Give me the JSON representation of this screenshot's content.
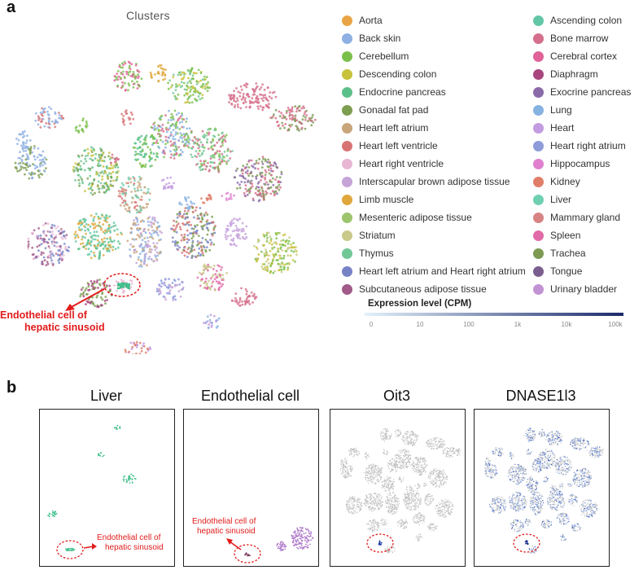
{
  "panel_a": {
    "letter": "a",
    "umap_title": "Clusters",
    "legend_left": [
      {
        "label": "Aorta",
        "color": "#e9a545"
      },
      {
        "label": "Back skin",
        "color": "#8fb0e3"
      },
      {
        "label": "Cerebellum",
        "color": "#7bbf4b"
      },
      {
        "label": "Descending colon",
        "color": "#c8c23c"
      },
      {
        "label": "Endocrine pancreas",
        "color": "#5cc08a"
      },
      {
        "label": "Gonadal fat pad",
        "color": "#7d9d4f"
      },
      {
        "label": "Heart left atrium",
        "color": "#c8a57b"
      },
      {
        "label": "Heart left ventricle",
        "color": "#d77374"
      },
      {
        "label": "Heart right ventricle",
        "color": "#e8b7d3"
      },
      {
        "label": "Interscapular brown adipose tissue",
        "color": "#c5a4d8"
      },
      {
        "label": "Limb muscle",
        "color": "#e0a73c"
      },
      {
        "label": "Mesenteric adipose tissue",
        "color": "#9cc56d"
      },
      {
        "label": "Striatum",
        "color": "#c9c98a"
      },
      {
        "label": "Thymus",
        "color": "#72c796"
      },
      {
        "label": "Heart left atrium and Heart right atrium",
        "color": "#7883c6"
      },
      {
        "label": "Subcutaneous adipose tissue",
        "color": "#a25a8a"
      }
    ],
    "legend_right": [
      {
        "label": "Ascending colon",
        "color": "#63c7a7"
      },
      {
        "label": "Bone marrow",
        "color": "#d56f8b"
      },
      {
        "label": "Cerebral cortex",
        "color": "#e06299"
      },
      {
        "label": "Diaphragm",
        "color": "#a8447e"
      },
      {
        "label": "Exocrine pancreas",
        "color": "#8a6aa8"
      },
      {
        "label": "Lung",
        "color": "#86b2e2"
      },
      {
        "label": "Heart",
        "color": "#c39be0"
      },
      {
        "label": "Heart right atrium",
        "color": "#8d9bd9"
      },
      {
        "label": "Hippocampus",
        "color": "#e07fce"
      },
      {
        "label": "Kidney",
        "color": "#e07d68"
      },
      {
        "label": "Liver",
        "color": "#6fcfb0"
      },
      {
        "label": "Mammary gland",
        "color": "#d88383"
      },
      {
        "label": "Spleen",
        "color": "#e06aa7"
      },
      {
        "label": "Trachea",
        "color": "#7c9a52"
      },
      {
        "label": "Tongue",
        "color": "#7a5f8e"
      },
      {
        "label": "Urinary bladder",
        "color": "#c293d4"
      }
    ],
    "annotation": {
      "line1": "Endothelial cell of",
      "line2": "hepatic sinusoid",
      "color": "#e21b1b"
    },
    "expression": {
      "title": "Expression level (CPM)",
      "ticks": [
        "0",
        "10",
        "100",
        "1k",
        "10k",
        "100k"
      ],
      "color_low": "#e3f1fb",
      "color_high": "#1c2a6b"
    }
  },
  "panel_b": {
    "letter": "b",
    "panels": [
      {
        "title": "Liver"
      },
      {
        "title": "Endothelial cell"
      },
      {
        "title": "Oit3"
      },
      {
        "title": "DNASE1l3"
      }
    ],
    "annotation1": {
      "line1": "Endothelial cell of",
      "line2": "hepatic sinusoid"
    },
    "annotation2": {
      "line1": "Endothelial cell of",
      "line2": "hepatic sinusoid"
    }
  }
}
